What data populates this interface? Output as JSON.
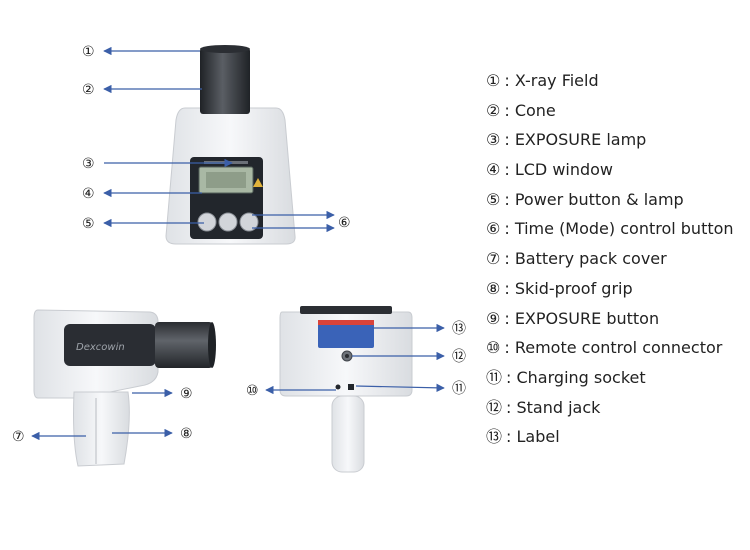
{
  "colors": {
    "arrow": "#3b5fa8",
    "device_body": "#eef0f3",
    "cone": "#3a3d42",
    "panel": "#22262c",
    "label_plate": "#3a63b8",
    "label_stripe": "#d9433a"
  },
  "device_text": "Dexcowin",
  "legend": [
    {
      "num": "①",
      "text": ": X-ray Field"
    },
    {
      "num": "②",
      "text": ": Cone"
    },
    {
      "num": "③",
      "text": ": EXPOSURE lamp"
    },
    {
      "num": "④",
      "text": ": LCD window"
    },
    {
      "num": "⑤",
      "text": ": Power button & lamp"
    },
    {
      "num": "⑥",
      "text": ": Time (Mode) control button"
    },
    {
      "num": "⑦",
      "text": ": Battery pack cover"
    },
    {
      "num": "⑧",
      "text": ": Skid-proof grip"
    },
    {
      "num": "⑨",
      "text": ": EXPOSURE button"
    },
    {
      "num": "⑩",
      "text": ": Remote control connector"
    },
    {
      "num": "⑪",
      "text": ": Charging socket"
    },
    {
      "num": "⑫",
      "text": ": Stand jack"
    },
    {
      "num": "⑬",
      "text": ": Label"
    }
  ]
}
